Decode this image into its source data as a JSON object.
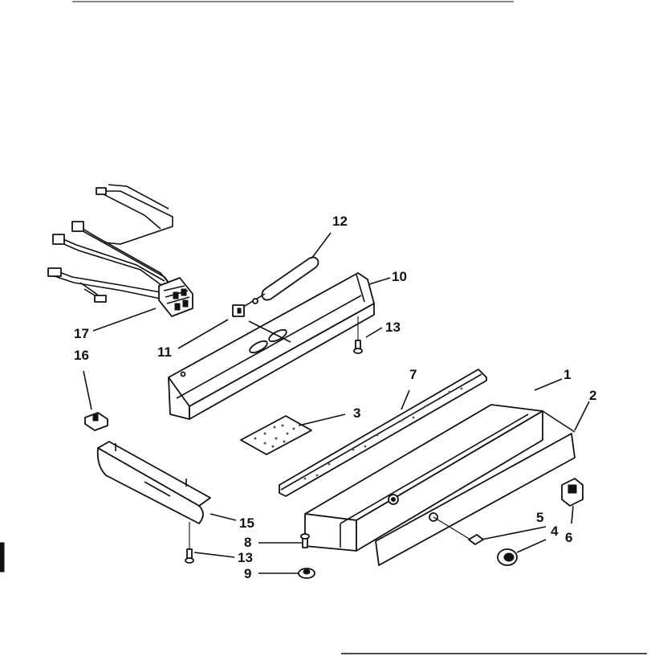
{
  "header_text": "",
  "callouts": {
    "c1": "1",
    "c2": "2",
    "c3": "3",
    "c4": "4",
    "c5": "5",
    "c6": "6",
    "c7": "7",
    "c8": "8",
    "c9": "9",
    "c10": "10",
    "c11": "11",
    "c12": "12",
    "c13a": "13",
    "c13b": "13",
    "c15": "15",
    "c16": "16",
    "c17": "17"
  }
}
